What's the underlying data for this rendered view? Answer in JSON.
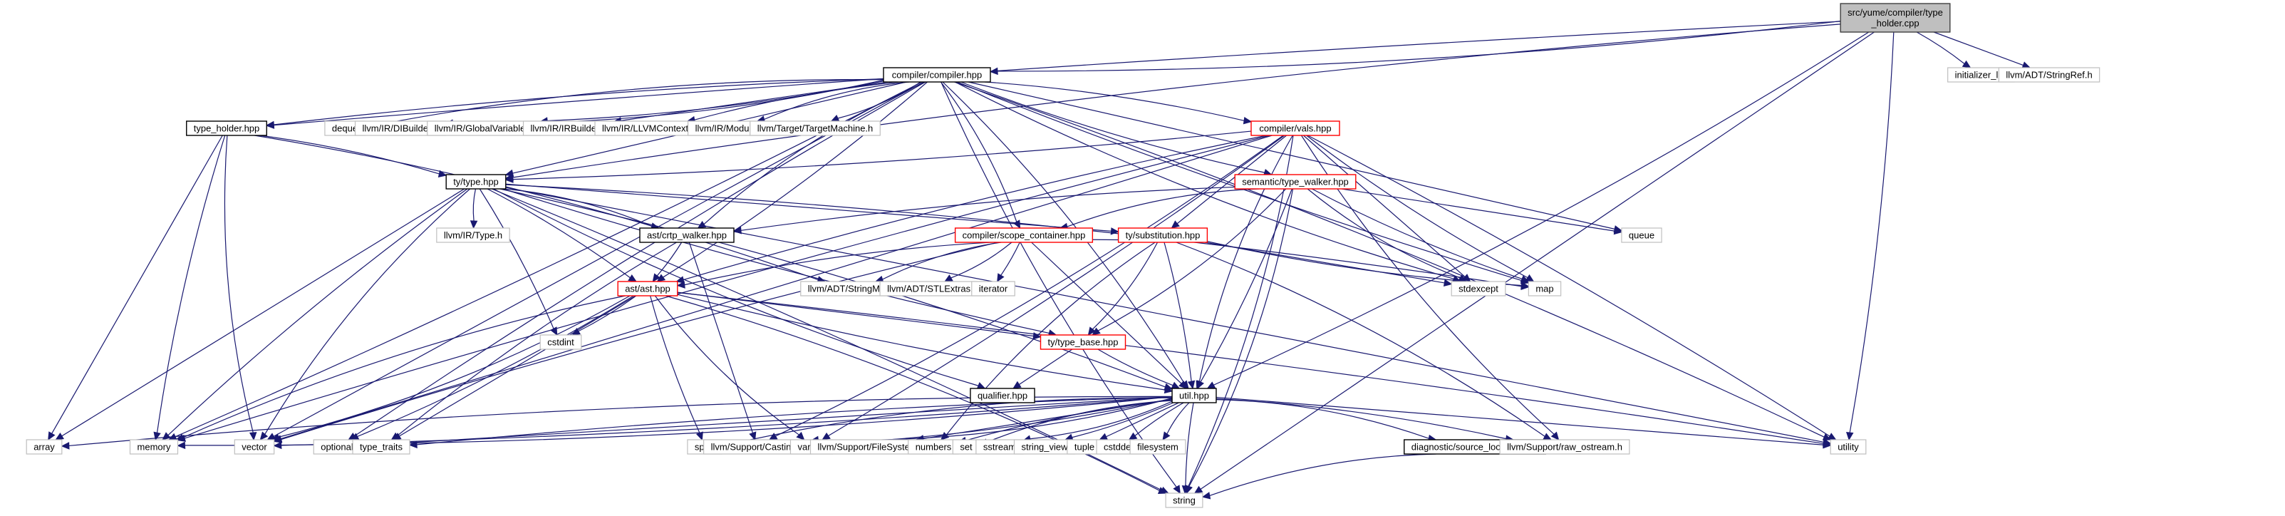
{
  "diagram": {
    "title": "Include dependency graph for src/yume/compiler/type_holder.cpp",
    "colors": {
      "edge": "#191970",
      "root_fill": "#bfbfbf",
      "root_border": "#404040",
      "documented_border": "#000000",
      "undocumented_border": "#ff0000",
      "external_border": "#bfbfbf",
      "text": "#000000"
    },
    "nodes": [
      {
        "id": "root",
        "label": [
          "src/yume/compiler/type",
          "_holder.cpp"
        ],
        "kind": "root"
      },
      {
        "id": "compiler_hpp",
        "label": [
          "compiler/compiler.hpp"
        ],
        "kind": "documented"
      },
      {
        "id": "initializer_list",
        "label": [
          "initializer_list"
        ],
        "kind": "external"
      },
      {
        "id": "stringref",
        "label": [
          "llvm/ADT/StringRef.h"
        ],
        "kind": "external"
      },
      {
        "id": "type_holder_hpp",
        "label": [
          "type_holder.hpp"
        ],
        "kind": "documented"
      },
      {
        "id": "deque",
        "label": [
          "deque"
        ],
        "kind": "external"
      },
      {
        "id": "dibuilder",
        "label": [
          "llvm/IR/DIBuilder.h"
        ],
        "kind": "external"
      },
      {
        "id": "globalvariable",
        "label": [
          "llvm/IR/GlobalVariable.h"
        ],
        "kind": "external"
      },
      {
        "id": "irbuilder",
        "label": [
          "llvm/IR/IRBuilder.h"
        ],
        "kind": "external"
      },
      {
        "id": "llvmcontext",
        "label": [
          "llvm/IR/LLVMContext.h"
        ],
        "kind": "external"
      },
      {
        "id": "module",
        "label": [
          "llvm/IR/Module.h"
        ],
        "kind": "external"
      },
      {
        "id": "targetmachine",
        "label": [
          "llvm/Target/TargetMachine.h"
        ],
        "kind": "external"
      },
      {
        "id": "vals_hpp",
        "label": [
          "compiler/vals.hpp"
        ],
        "kind": "undocumented"
      },
      {
        "id": "type_hpp",
        "label": [
          "ty/type.hpp"
        ],
        "kind": "documented"
      },
      {
        "id": "type_walker_hpp",
        "label": [
          "semantic/type_walker.hpp"
        ],
        "kind": "undocumented"
      },
      {
        "id": "llvm_type",
        "label": [
          "llvm/IR/Type.h"
        ],
        "kind": "external"
      },
      {
        "id": "crtp_walker_hpp",
        "label": [
          "ast/crtp_walker.hpp"
        ],
        "kind": "documented"
      },
      {
        "id": "scope_container_hpp",
        "label": [
          "compiler/scope_container.hpp"
        ],
        "kind": "undocumented"
      },
      {
        "id": "substitution_hpp",
        "label": [
          "ty/substitution.hpp"
        ],
        "kind": "undocumented"
      },
      {
        "id": "queue",
        "label": [
          "queue"
        ],
        "kind": "external"
      },
      {
        "id": "ast_hpp",
        "label": [
          "ast/ast.hpp"
        ],
        "kind": "undocumented"
      },
      {
        "id": "stringmap",
        "label": [
          "llvm/ADT/StringMap.h"
        ],
        "kind": "external"
      },
      {
        "id": "stlextras",
        "label": [
          "llvm/ADT/STLExtras.h"
        ],
        "kind": "external"
      },
      {
        "id": "iterator",
        "label": [
          "iterator"
        ],
        "kind": "external"
      },
      {
        "id": "stdexcept",
        "label": [
          "stdexcept"
        ],
        "kind": "external"
      },
      {
        "id": "map",
        "label": [
          "map"
        ],
        "kind": "external"
      },
      {
        "id": "cstdint",
        "label": [
          "cstdint"
        ],
        "kind": "external"
      },
      {
        "id": "type_base_hpp",
        "label": [
          "ty/type_base.hpp"
        ],
        "kind": "undocumented"
      },
      {
        "id": "qualifier_hpp",
        "label": [
          "qualifier.hpp"
        ],
        "kind": "documented"
      },
      {
        "id": "util_hpp",
        "label": [
          "util.hpp"
        ],
        "kind": "documented"
      },
      {
        "id": "array",
        "label": [
          "array"
        ],
        "kind": "external"
      },
      {
        "id": "memory",
        "label": [
          "memory"
        ],
        "kind": "external"
      },
      {
        "id": "vector",
        "label": [
          "vector"
        ],
        "kind": "external"
      },
      {
        "id": "optional",
        "label": [
          "optional"
        ],
        "kind": "external"
      },
      {
        "id": "type_traits",
        "label": [
          "type_traits"
        ],
        "kind": "external"
      },
      {
        "id": "span",
        "label": [
          "span"
        ],
        "kind": "external"
      },
      {
        "id": "casting",
        "label": [
          "llvm/Support/Casting.h"
        ],
        "kind": "external"
      },
      {
        "id": "variant",
        "label": [
          "variant"
        ],
        "kind": "external"
      },
      {
        "id": "filesystem_h",
        "label": [
          "llvm/Support/FileSystem.h"
        ],
        "kind": "external"
      },
      {
        "id": "numbers",
        "label": [
          "numbers"
        ],
        "kind": "external"
      },
      {
        "id": "set",
        "label": [
          "set"
        ],
        "kind": "external"
      },
      {
        "id": "sstream",
        "label": [
          "sstream"
        ],
        "kind": "external"
      },
      {
        "id": "string_view",
        "label": [
          "string_view"
        ],
        "kind": "external"
      },
      {
        "id": "tuple",
        "label": [
          "tuple"
        ],
        "kind": "external"
      },
      {
        "id": "cstddef",
        "label": [
          "cstddef"
        ],
        "kind": "external"
      },
      {
        "id": "filesystem",
        "label": [
          "filesystem"
        ],
        "kind": "external"
      },
      {
        "id": "source_location_hpp",
        "label": [
          "diagnostic/source_location.hpp"
        ],
        "kind": "documented"
      },
      {
        "id": "raw_ostream",
        "label": [
          "llvm/Support/raw_ostream.h"
        ],
        "kind": "external"
      },
      {
        "id": "utility",
        "label": [
          "utility"
        ],
        "kind": "external"
      },
      {
        "id": "string",
        "label": [
          "string"
        ],
        "kind": "external"
      }
    ],
    "edges": [
      [
        "root",
        "compiler_hpp"
      ],
      [
        "root",
        "initializer_list"
      ],
      [
        "root",
        "stringref"
      ],
      [
        "root",
        "type_holder_hpp"
      ],
      [
        "root",
        "type_hpp"
      ],
      [
        "root",
        "util_hpp"
      ],
      [
        "root",
        "utility"
      ],
      [
        "root",
        "string"
      ],
      [
        "compiler_hpp",
        "type_holder_hpp"
      ],
      [
        "compiler_hpp",
        "deque"
      ],
      [
        "compiler_hpp",
        "dibuilder"
      ],
      [
        "compiler_hpp",
        "globalvariable"
      ],
      [
        "compiler_hpp",
        "irbuilder"
      ],
      [
        "compiler_hpp",
        "llvmcontext"
      ],
      [
        "compiler_hpp",
        "module"
      ],
      [
        "compiler_hpp",
        "targetmachine"
      ],
      [
        "compiler_hpp",
        "vals_hpp"
      ],
      [
        "compiler_hpp",
        "type_hpp"
      ],
      [
        "compiler_hpp",
        "type_walker_hpp"
      ],
      [
        "compiler_hpp",
        "crtp_walker_hpp"
      ],
      [
        "compiler_hpp",
        "scope_container_hpp"
      ],
      [
        "compiler_hpp",
        "ast_hpp"
      ],
      [
        "compiler_hpp",
        "queue"
      ],
      [
        "compiler_hpp",
        "map"
      ],
      [
        "compiler_hpp",
        "stdexcept"
      ],
      [
        "compiler_hpp",
        "util_hpp"
      ],
      [
        "compiler_hpp",
        "memory"
      ],
      [
        "compiler_hpp",
        "vector"
      ],
      [
        "compiler_hpp",
        "optional"
      ],
      [
        "compiler_hpp",
        "string"
      ],
      [
        "compiler_hpp",
        "utility"
      ],
      [
        "type_holder_hpp",
        "type_hpp"
      ],
      [
        "type_holder_hpp",
        "array"
      ],
      [
        "type_holder_hpp",
        "memory"
      ],
      [
        "type_holder_hpp",
        "vector"
      ],
      [
        "type_holder_hpp",
        "stringmap"
      ],
      [
        "vals_hpp",
        "type_hpp"
      ],
      [
        "vals_hpp",
        "substitution_hpp"
      ],
      [
        "vals_hpp",
        "ast_hpp"
      ],
      [
        "vals_hpp",
        "util_hpp"
      ],
      [
        "vals_hpp",
        "casting"
      ],
      [
        "vals_hpp",
        "variant"
      ],
      [
        "vals_hpp",
        "stdexcept"
      ],
      [
        "vals_hpp",
        "map"
      ],
      [
        "vals_hpp",
        "raw_ostream"
      ],
      [
        "vals_hpp",
        "string"
      ],
      [
        "vals_hpp",
        "utility"
      ],
      [
        "vals_hpp",
        "vector"
      ],
      [
        "vals_hpp",
        "memory"
      ],
      [
        "type_hpp",
        "llvm_type"
      ],
      [
        "type_hpp",
        "crtp_walker_hpp"
      ],
      [
        "type_hpp",
        "ast_hpp"
      ],
      [
        "type_hpp",
        "substitution_hpp"
      ],
      [
        "type_hpp",
        "type_base_hpp"
      ],
      [
        "type_hpp",
        "qualifier_hpp"
      ],
      [
        "type_hpp",
        "util_hpp"
      ],
      [
        "type_hpp",
        "cstdint"
      ],
      [
        "type_hpp",
        "array"
      ],
      [
        "type_hpp",
        "memory"
      ],
      [
        "type_hpp",
        "vector"
      ],
      [
        "type_hpp",
        "map"
      ],
      [
        "type_hpp",
        "string"
      ],
      [
        "type_hpp",
        "utility"
      ],
      [
        "type_walker_hpp",
        "crtp_walker_hpp"
      ],
      [
        "type_walker_hpp",
        "scope_container_hpp"
      ],
      [
        "type_walker_hpp",
        "type_base_hpp"
      ],
      [
        "type_walker_hpp",
        "util_hpp"
      ],
      [
        "type_walker_hpp",
        "queue"
      ],
      [
        "type_walker_hpp",
        "map"
      ],
      [
        "type_walker_hpp",
        "stdexcept"
      ],
      [
        "type_walker_hpp",
        "string"
      ],
      [
        "crtp_walker_hpp",
        "ast_hpp"
      ],
      [
        "crtp_walker_hpp",
        "casting"
      ],
      [
        "crtp_walker_hpp",
        "type_traits"
      ],
      [
        "scope_container_hpp",
        "stringmap"
      ],
      [
        "scope_container_hpp",
        "stlextras"
      ],
      [
        "scope_container_hpp",
        "iterator"
      ],
      [
        "scope_container_hpp",
        "util_hpp"
      ],
      [
        "scope_container_hpp",
        "vector"
      ],
      [
        "substitution_hpp",
        "ast_hpp"
      ],
      [
        "substitution_hpp",
        "type_base_hpp"
      ],
      [
        "substitution_hpp",
        "util_hpp"
      ],
      [
        "substitution_hpp",
        "stdexcept"
      ],
      [
        "substitution_hpp",
        "map"
      ],
      [
        "substitution_hpp",
        "numbers"
      ],
      [
        "substitution_hpp",
        "raw_ostream"
      ],
      [
        "ast_hpp",
        "cstdint"
      ],
      [
        "ast_hpp",
        "type_base_hpp"
      ],
      [
        "ast_hpp",
        "util_hpp"
      ],
      [
        "ast_hpp",
        "memory"
      ],
      [
        "ast_hpp",
        "vector"
      ],
      [
        "ast_hpp",
        "optional"
      ],
      [
        "ast_hpp",
        "type_traits"
      ],
      [
        "ast_hpp",
        "span"
      ],
      [
        "ast_hpp",
        "variant"
      ],
      [
        "ast_hpp",
        "string"
      ],
      [
        "ast_hpp",
        "utility"
      ],
      [
        "type_base_hpp",
        "qualifier_hpp"
      ],
      [
        "type_base_hpp",
        "util_hpp"
      ],
      [
        "util_hpp",
        "array"
      ],
      [
        "util_hpp",
        "memory"
      ],
      [
        "util_hpp",
        "vector"
      ],
      [
        "util_hpp",
        "optional"
      ],
      [
        "util_hpp",
        "type_traits"
      ],
      [
        "util_hpp",
        "span"
      ],
      [
        "util_hpp",
        "casting"
      ],
      [
        "util_hpp",
        "variant"
      ],
      [
        "util_hpp",
        "filesystem_h"
      ],
      [
        "util_hpp",
        "numbers"
      ],
      [
        "util_hpp",
        "set"
      ],
      [
        "util_hpp",
        "sstream"
      ],
      [
        "util_hpp",
        "string_view"
      ],
      [
        "util_hpp",
        "tuple"
      ],
      [
        "util_hpp",
        "cstddef"
      ],
      [
        "util_hpp",
        "filesystem"
      ],
      [
        "util_hpp",
        "source_location_hpp"
      ],
      [
        "util_hpp",
        "raw_ostream"
      ],
      [
        "util_hpp",
        "utility"
      ],
      [
        "util_hpp",
        "string"
      ],
      [
        "source_location_hpp",
        "string"
      ]
    ]
  }
}
